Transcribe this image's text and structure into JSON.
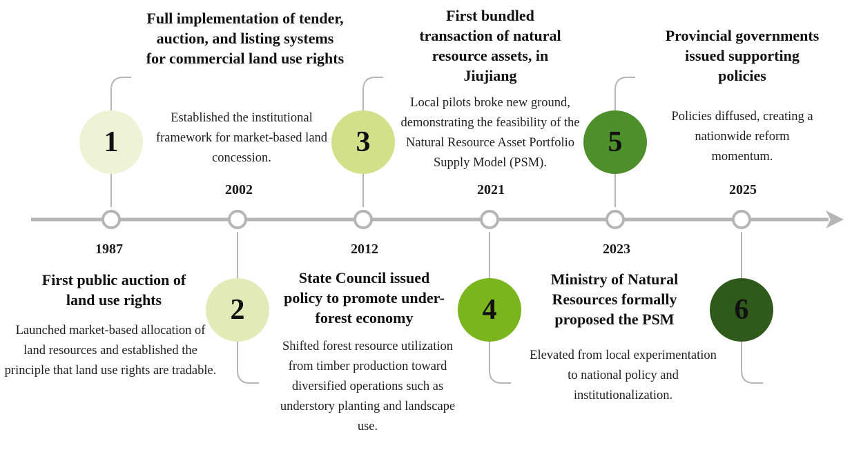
{
  "events": [
    {
      "number": "1",
      "year": "1987",
      "title": "First public auction of land use rights",
      "description": "Launched market-based allocation of land resources and established the principle that land use rights are tradable.",
      "color": "#eef3d6",
      "text_color": "#111111"
    },
    {
      "number": "2",
      "year": "2002",
      "title": "Full implementation of tender, auction, and listing systems for commercial land use rights",
      "description": "Established the institutional framework for market-based land concession.",
      "color": "#e2ebb7",
      "text_color": "#111111"
    },
    {
      "number": "3",
      "year": "2012",
      "title": "State Council issued policy to promote under-forest economy",
      "description": "Shifted forest resource utilization from timber production toward diversified operations such as understory planting and landscape use.",
      "color": "#d3e08a",
      "text_color": "#111111"
    },
    {
      "number": "4",
      "year": "2021",
      "title": "First bundled transaction of natural resource assets, in Jiujiang",
      "description": "Local pilots broke new ground, demonstrating the feasibility of the Natural Resource Asset Portfolio Supply Model (PSM).",
      "color": "#7ab51d",
      "text_color": "#111111"
    },
    {
      "number": "5",
      "year": "2023",
      "title": "Ministry of Natural Resources formally proposed the PSM",
      "description": "Elevated from local experimentation to national policy and institutionalization.",
      "color": "#4d8f2a",
      "text_color": "#111111"
    },
    {
      "number": "6",
      "year": "2025",
      "title": "Provincial governments issued supporting policies",
      "description": "Policies diffused, creating a nationwide reform momentum.",
      "color": "#2f5a1c",
      "text_color": "#111111"
    }
  ],
  "colors": {
    "axis": "#b5b5b5",
    "node_fill": "#ffffff",
    "connector": "#b5b5b5"
  }
}
